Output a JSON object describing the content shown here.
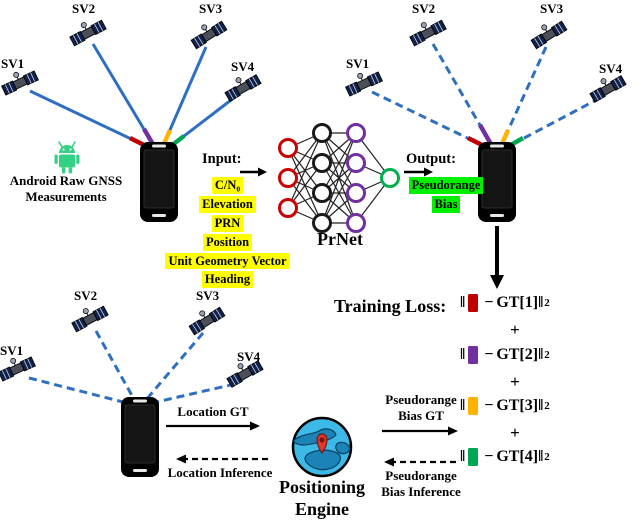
{
  "colors": {
    "signal_blue": "#2e6fc2",
    "sv1_red": "#c00000",
    "sv2_purple": "#7030a0",
    "sv3_orange": "#ffb300",
    "sv4_green": "#00a651",
    "highlight_yellow": "#ffff00",
    "highlight_green": "#00f000",
    "android_green": "#32d183",
    "nn_input": "#cc0000",
    "nn_hidden1": "#1a1a1a",
    "nn_hidden2": "#7030a0",
    "nn_output": "#00b050",
    "globe_blue": "#3cb9e6",
    "globe_land": "#1b83b8",
    "pin_red": "#e03a2f"
  },
  "sv_labels": {
    "sv1": "SV1",
    "sv2": "SV2",
    "sv3": "SV3",
    "sv4": "SV4"
  },
  "android": {
    "line1": "Android Raw GNSS",
    "line2": "Measurements"
  },
  "input": {
    "label": "Input:",
    "items": [
      "C/N₀",
      "Elevation",
      "PRN",
      "Position",
      "Unit Geometry Vector",
      "Heading"
    ]
  },
  "network": {
    "label": "PrNet"
  },
  "output": {
    "label": "Output:",
    "lines": [
      "Pseudorange",
      "Bias"
    ]
  },
  "training_loss": {
    "title": "Training Loss:",
    "norm": "‖",
    "minus": "−",
    "exponent": "2",
    "plus": "+",
    "terms": [
      {
        "label": "GT[1]",
        "color": "#c00000"
      },
      {
        "label": "GT[2]",
        "color": "#7030a0"
      },
      {
        "label": "GT[3]",
        "color": "#ffb300"
      },
      {
        "label": "GT[4]",
        "color": "#00a651"
      }
    ]
  },
  "positioning": {
    "engine_line1": "Positioning",
    "engine_line2": "Engine",
    "location_gt": "Location GT",
    "location_inference": "Location Inference",
    "bias_gt_line1": "Pseudorange",
    "bias_gt_line2": "Bias GT",
    "bias_inference_line1": "Pseudorange",
    "bias_inference_line2": "Bias Inference"
  }
}
